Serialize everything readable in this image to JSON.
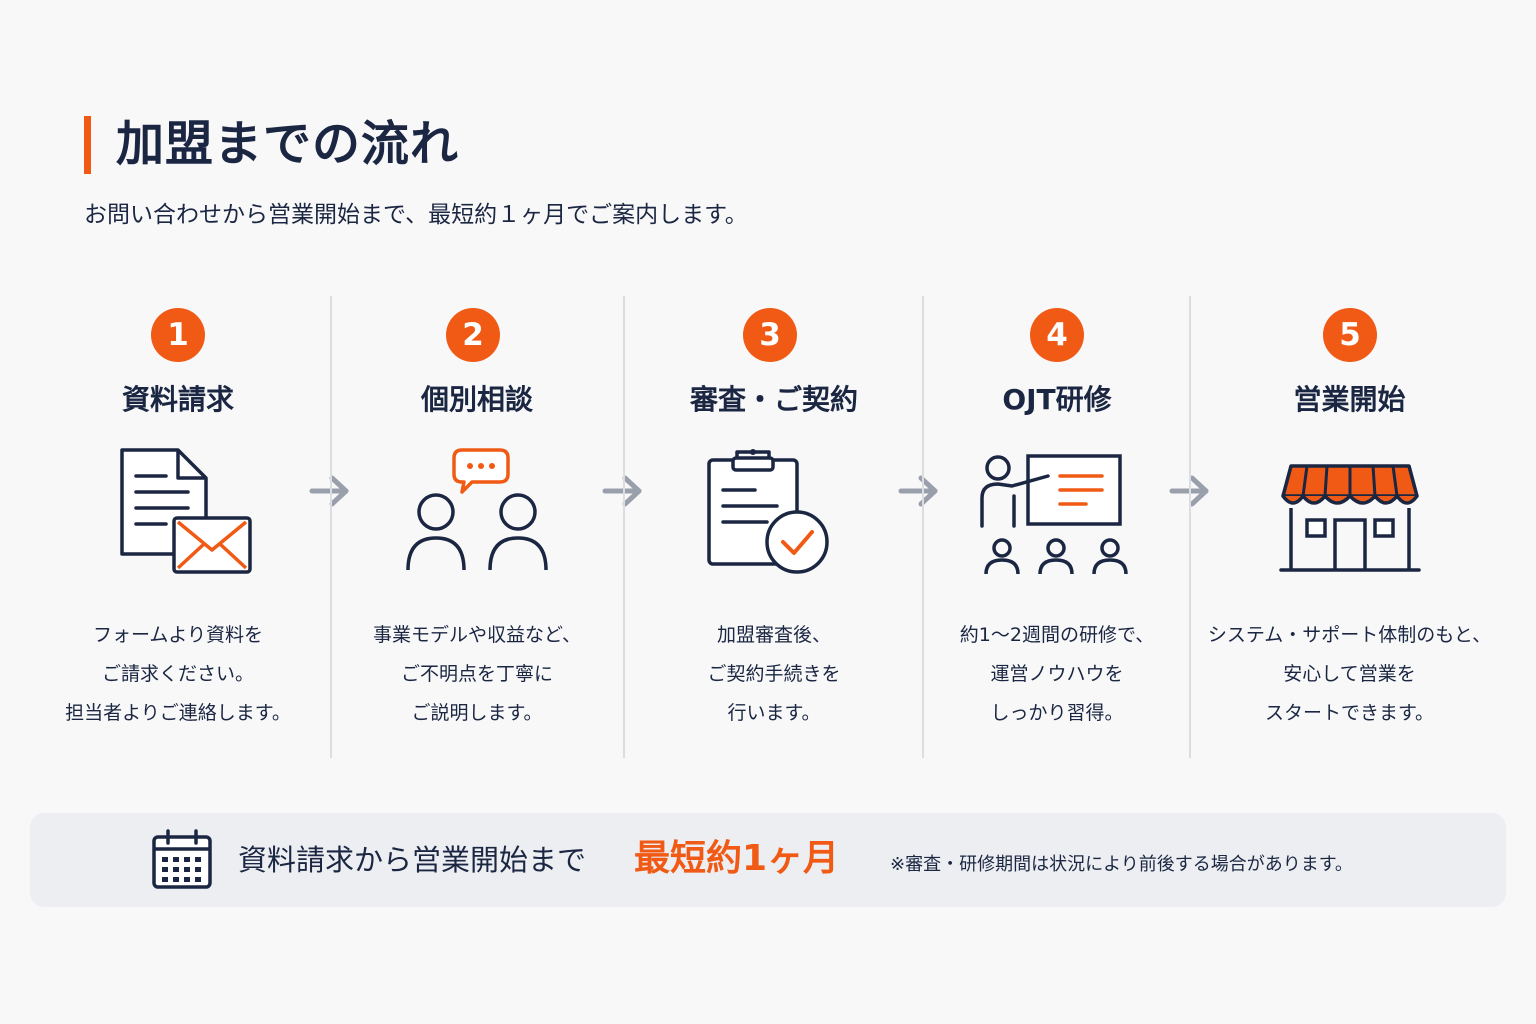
{
  "header": {
    "title": "加盟までの流れ",
    "subtitle": "お問い合わせから営業開始まで、最短約１ヶ月でご案内します。"
  },
  "colors": {
    "accent": "#f05a14",
    "navy": "#1b2742",
    "arrow": "#9aa0ab",
    "divider": "#dcdde1",
    "banner_bg": "#eceef2"
  },
  "steps": [
    {
      "number": "1",
      "label": "資料請求",
      "icon": "document-mail-icon",
      "desc": [
        "フォームより資料を",
        "ご請求ください。",
        "担当者よりご連絡します。"
      ]
    },
    {
      "number": "2",
      "label": "個別相談",
      "icon": "consultation-icon",
      "desc": [
        "事業モデルや収益など、",
        "ご不明点を丁寧に",
        "ご説明します。"
      ]
    },
    {
      "number": "3",
      "label": "審査・ご契約",
      "icon": "clipboard-check-icon",
      "desc": [
        "加盟審査後、",
        "ご契約手続きを",
        "行います。"
      ]
    },
    {
      "number": "4",
      "label": "OJT研修",
      "icon": "training-icon",
      "desc": [
        "約1〜2週間の研修で、",
        "運営ノウハウを",
        "しっかり習得。"
      ]
    },
    {
      "number": "5",
      "label": "営業開始",
      "icon": "store-icon",
      "desc": [
        "システム・サポート体制のもと、",
        "安心して営業を",
        "スタートできます。"
      ]
    }
  ],
  "banner": {
    "icon": "calendar-icon",
    "text": "資料請求から営業開始まで",
    "highlight": "最短約1ヶ月",
    "note": "※審査・研修期間は状況により前後する場合があります。"
  }
}
